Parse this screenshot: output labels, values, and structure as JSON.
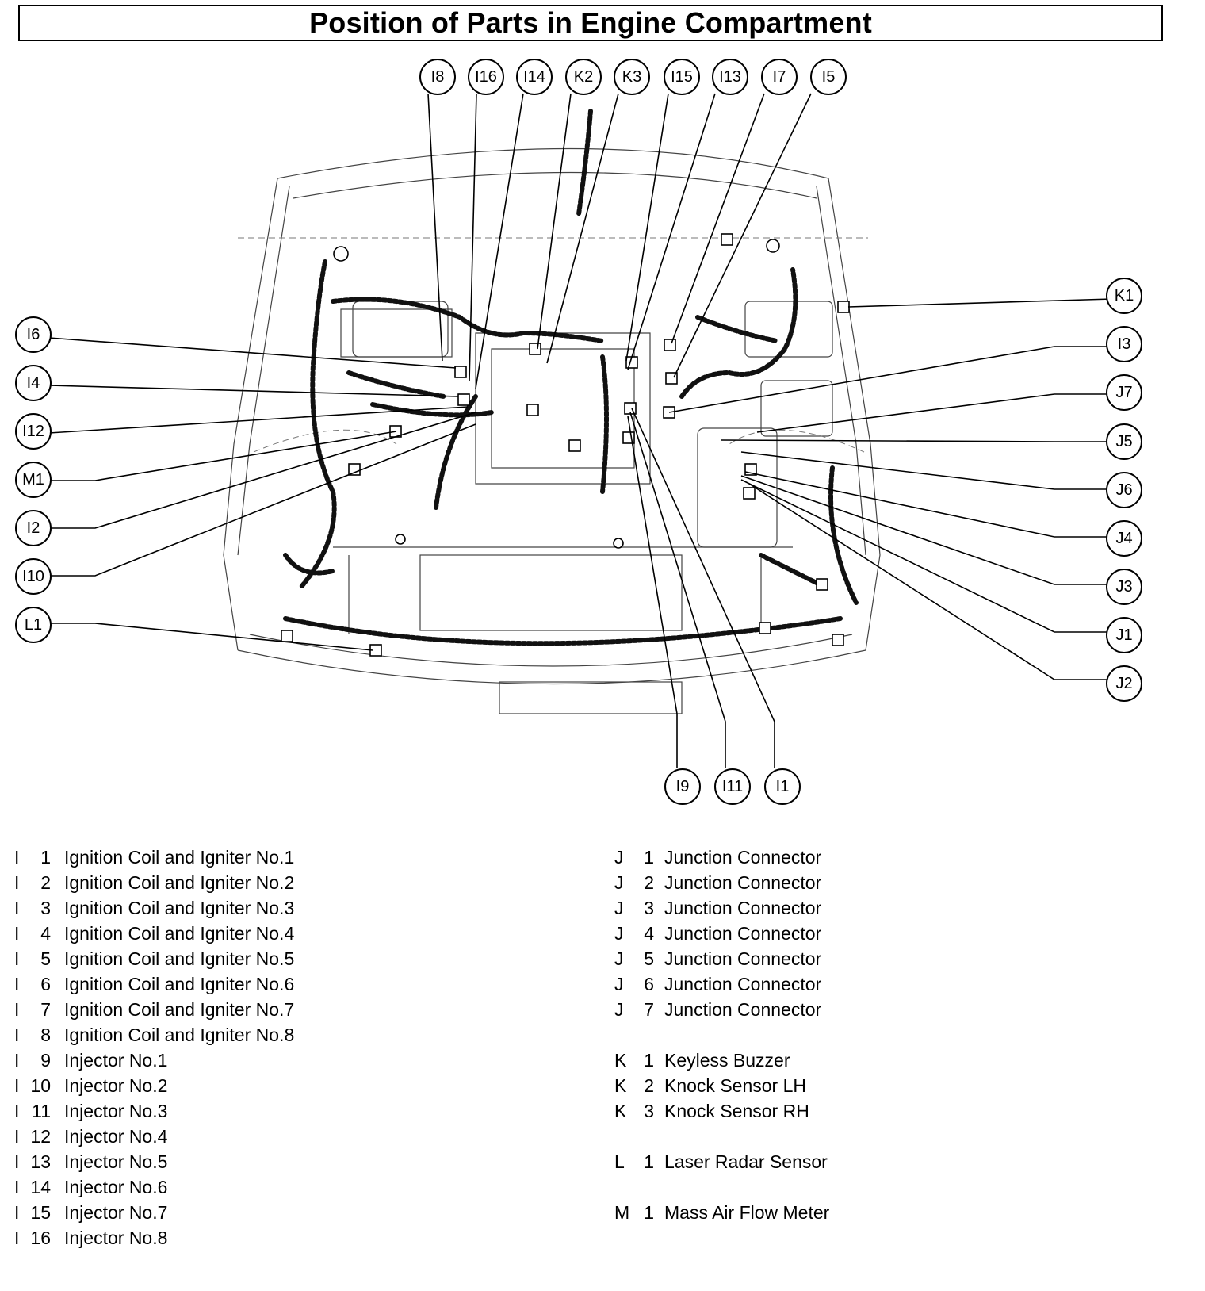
{
  "title": "Position of Parts in Engine Compartment",
  "callouts": [
    {
      "id": "I8"
    },
    {
      "id": "I16"
    },
    {
      "id": "I14"
    },
    {
      "id": "K2"
    },
    {
      "id": "K3"
    },
    {
      "id": "I15"
    },
    {
      "id": "I13"
    },
    {
      "id": "I7"
    },
    {
      "id": "I5"
    },
    {
      "id": "I6"
    },
    {
      "id": "I4"
    },
    {
      "id": "I12"
    },
    {
      "id": "M1"
    },
    {
      "id": "I2"
    },
    {
      "id": "I10"
    },
    {
      "id": "L1"
    },
    {
      "id": "K1"
    },
    {
      "id": "I3"
    },
    {
      "id": "J7"
    },
    {
      "id": "J5"
    },
    {
      "id": "J6"
    },
    {
      "id": "J4"
    },
    {
      "id": "J3"
    },
    {
      "id": "J1"
    },
    {
      "id": "J2"
    },
    {
      "id": "I9"
    },
    {
      "id": "I11"
    },
    {
      "id": "I1"
    }
  ],
  "legend_left": [
    {
      "letter": "I",
      "num": "1",
      "name": "Ignition Coil and Igniter No.1"
    },
    {
      "letter": "I",
      "num": "2",
      "name": "Ignition Coil and Igniter No.2"
    },
    {
      "letter": "I",
      "num": "3",
      "name": "Ignition Coil and Igniter No.3"
    },
    {
      "letter": "I",
      "num": "4",
      "name": "Ignition Coil and Igniter No.4"
    },
    {
      "letter": "I",
      "num": "5",
      "name": "Ignition Coil and Igniter No.5"
    },
    {
      "letter": "I",
      "num": "6",
      "name": "Ignition Coil and Igniter No.6"
    },
    {
      "letter": "I",
      "num": "7",
      "name": "Ignition Coil and Igniter No.7"
    },
    {
      "letter": "I",
      "num": "8",
      "name": "Ignition Coil and Igniter No.8"
    },
    {
      "letter": "I",
      "num": "9",
      "name": "Injector No.1"
    },
    {
      "letter": "I",
      "num": "10",
      "name": "Injector No.2"
    },
    {
      "letter": "I",
      "num": "11",
      "name": "Injector No.3"
    },
    {
      "letter": "I",
      "num": "12",
      "name": "Injector No.4"
    },
    {
      "letter": "I",
      "num": "13",
      "name": "Injector No.5"
    },
    {
      "letter": "I",
      "num": "14",
      "name": "Injector No.6"
    },
    {
      "letter": "I",
      "num": "15",
      "name": "Injector No.7"
    },
    {
      "letter": "I",
      "num": "16",
      "name": "Injector No.8"
    }
  ],
  "legend_right": [
    {
      "letter": "J",
      "num": "1",
      "name": "Junction Connector"
    },
    {
      "letter": "J",
      "num": "2",
      "name": "Junction Connector"
    },
    {
      "letter": "J",
      "num": "3",
      "name": "Junction Connector"
    },
    {
      "letter": "J",
      "num": "4",
      "name": "Junction Connector"
    },
    {
      "letter": "J",
      "num": "5",
      "name": "Junction Connector"
    },
    {
      "letter": "J",
      "num": "6",
      "name": "Junction Connector"
    },
    {
      "letter": "J",
      "num": "7",
      "name": "Junction Connector"
    },
    {
      "letter": "K",
      "num": "1",
      "name": "Keyless Buzzer"
    },
    {
      "letter": "K",
      "num": "2",
      "name": "Knock Sensor LH"
    },
    {
      "letter": "K",
      "num": "3",
      "name": "Knock Sensor RH"
    },
    {
      "letter": "L",
      "num": "1",
      "name": "Laser Radar Sensor"
    },
    {
      "letter": "M",
      "num": "1",
      "name": "Mass Air Flow Meter"
    }
  ]
}
